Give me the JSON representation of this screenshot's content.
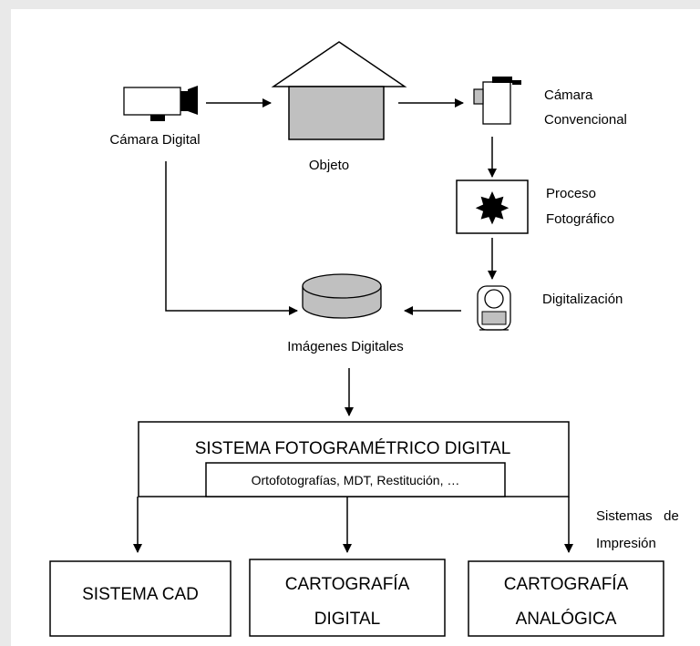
{
  "nodes": {
    "digital_camera": "Cámara Digital",
    "object": "Objeto",
    "conventional_camera": [
      "Cámara",
      "Convencional"
    ],
    "photo_process": [
      "Proceso",
      "Fotográfico"
    ],
    "digitization": "Digitalización",
    "digital_images": "Imágenes Digitales",
    "system_title": "SISTEMA FOTOGRAMÉTRICO DIGITAL",
    "system_products": "Ortofotografías, MDT, Restitución, …",
    "printing_systems": [
      "Sistemas   de",
      "Impresión"
    ],
    "cad": "SISTEMA CAD",
    "digital_cartography": [
      "CARTOGRAFÍA",
      "DIGITAL"
    ],
    "analog_cartography": [
      "CARTOGRAFÍA",
      "ANALÓGICA"
    ]
  }
}
